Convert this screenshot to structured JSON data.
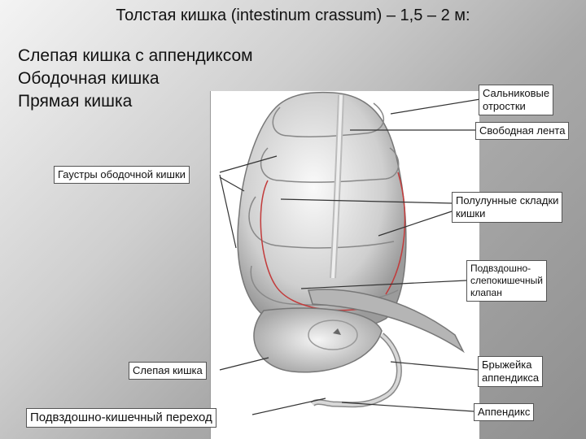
{
  "title": "Толстая кишка (intestinum crassum) – 1,5 – 2 м:",
  "list": [
    "Слепая кишка с аппендиксом",
    "Ободочная кишка",
    "Прямая кишка"
  ],
  "labels": {
    "omental": "Сальниковые\nотростки",
    "free_band": "Свободная лента",
    "haustra": "Гаустры ободочной кишки",
    "semilunar": "Полулунные складки\nкишки",
    "ileocecal_valve": "Подвздошно-\nслепокишечный\nклапан",
    "cecum": "Слепая кишка",
    "mesoappendix": "Брыжейка\nаппендикса",
    "ileocecal_junction": "Подвздошно-кишечный переход",
    "appendix": "Аппендикс"
  }
}
